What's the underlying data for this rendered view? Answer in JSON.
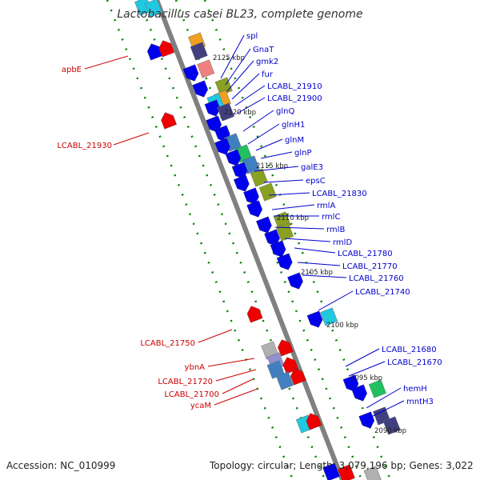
{
  "title": "Lactobacillus casei BL23, complete genome",
  "accession": "Accession: NC_010999",
  "topology": "Topology: circular; Length: 3,079,196 bp; Genes: 3,022",
  "colors": {
    "backbone": "#808080",
    "dots": "#008000",
    "label_forward": "#0000cc",
    "label_reverse": "#cc0000",
    "gene_blue": "#0000ee",
    "gene_red": "#ee0000",
    "gene_olive": "#8aa020",
    "gene_cyan": "#20c8e0",
    "gene_navy": "#404080",
    "gene_pink": "#f08080",
    "gene_gray": "#b0b0b0",
    "gene_steel": "#4080c0",
    "gene_green": "#20c060",
    "gene_orange": "#f0a020",
    "gene_lavender": "#9090d0"
  },
  "ticks": [
    "2125 kbp",
    "2120 kbp",
    "2115 kbp",
    "2110 kbp",
    "2105 kbp",
    "2100 kbp",
    "2095 kbp",
    "2090 kbp"
  ],
  "labels_forward": [
    "spl",
    "GnaT",
    "gmk2",
    "fur",
    "LCABL_21910",
    "LCABL_21900",
    "glnQ",
    "glnH1",
    "glnM",
    "glnP",
    "galE3",
    "epsC",
    "LCABL_21830",
    "rmlA",
    "rmlC",
    "rmlB",
    "rmlD",
    "LCABL_21780",
    "LCABL_21770",
    "LCABL_21760",
    "LCABL_21740",
    "LCABL_21680",
    "LCABL_21670",
    "hemH",
    "mntH3"
  ],
  "labels_reverse": [
    "apbE",
    "LCABL_21930",
    "LCABL_21750",
    "ybnA",
    "LCABL_21720",
    "LCABL_21700",
    "ycaM"
  ]
}
